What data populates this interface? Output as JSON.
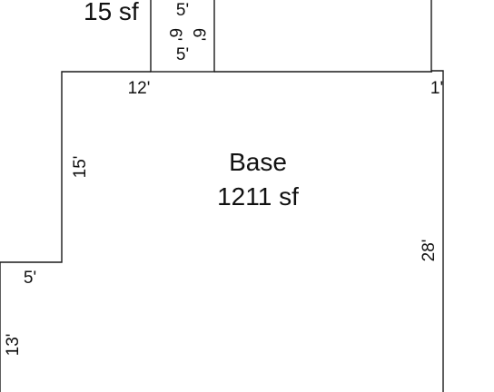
{
  "small_area": {
    "value": "15 sf"
  },
  "base_area": {
    "name": "Base",
    "value": "1211 sf"
  },
  "dimensions": {
    "small_top": "5'",
    "small_bottom": "5'",
    "small_left": "6'",
    "small_right": "6'",
    "top_ledge": "12'",
    "right_stub": "1'",
    "left_upper": "15'",
    "left_ledge": "5'",
    "left_lower": "13'",
    "right_side": "28'"
  },
  "colors": {
    "line": "#1a1a1a",
    "text": "#111111",
    "background": "#ffffff"
  }
}
